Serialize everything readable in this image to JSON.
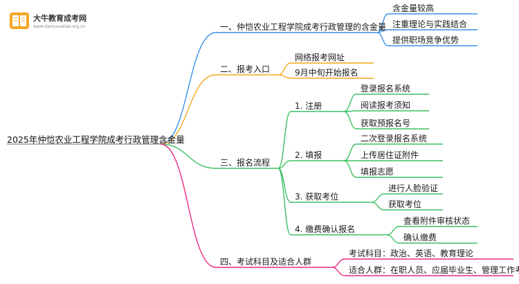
{
  "brand": {
    "name": "大牛教育成考网",
    "url": "www.daniuxueliao.org.cn",
    "icon": "book-icon",
    "color": "#f5a623"
  },
  "mindmap": {
    "root": "2025年仲恺农业工程学院成考行政管理含金量",
    "colors": {
      "blue": "#3b8fe8",
      "orange": "#f2a81d",
      "green": "#3cbf63",
      "magenta": "#e8297f"
    },
    "branches": [
      {
        "label": "一、仲恺农业工程学院成考行政管理的含金量",
        "children": [
          {
            "label": "含金量较高"
          },
          {
            "label": "注重理论与实践结合"
          },
          {
            "label": "提供职场竞争优势"
          }
        ]
      },
      {
        "label": "二、报考入口",
        "children": [
          {
            "label": "网络报考网址"
          },
          {
            "label": "9月中旬开始报名"
          }
        ]
      },
      {
        "label": "三、报名流程",
        "children": [
          {
            "label": "1. 注册",
            "children": [
              {
                "label": "登录报名系统"
              },
              {
                "label": "阅读报考须知"
              },
              {
                "label": "获取预报名号"
              }
            ]
          },
          {
            "label": "2. 填报",
            "children": [
              {
                "label": "二次登录报名系统"
              },
              {
                "label": "上传居住证附件"
              },
              {
                "label": "填报志愿"
              }
            ]
          },
          {
            "label": "3. 获取考位",
            "children": [
              {
                "label": "进行人脸验证"
              },
              {
                "label": "获取考位"
              }
            ]
          },
          {
            "label": "4. 缴费确认报名",
            "children": [
              {
                "label": "查看附件审核状态"
              },
              {
                "label": "确认缴费"
              }
            ]
          }
        ]
      },
      {
        "label": "四、考试科目及适合人群",
        "children": [
          {
            "label": "考试科目：政治、英语、教育理论"
          },
          {
            "label": "适合人群：在职人员、应届毕业生、管理工作考生"
          }
        ]
      }
    ]
  }
}
